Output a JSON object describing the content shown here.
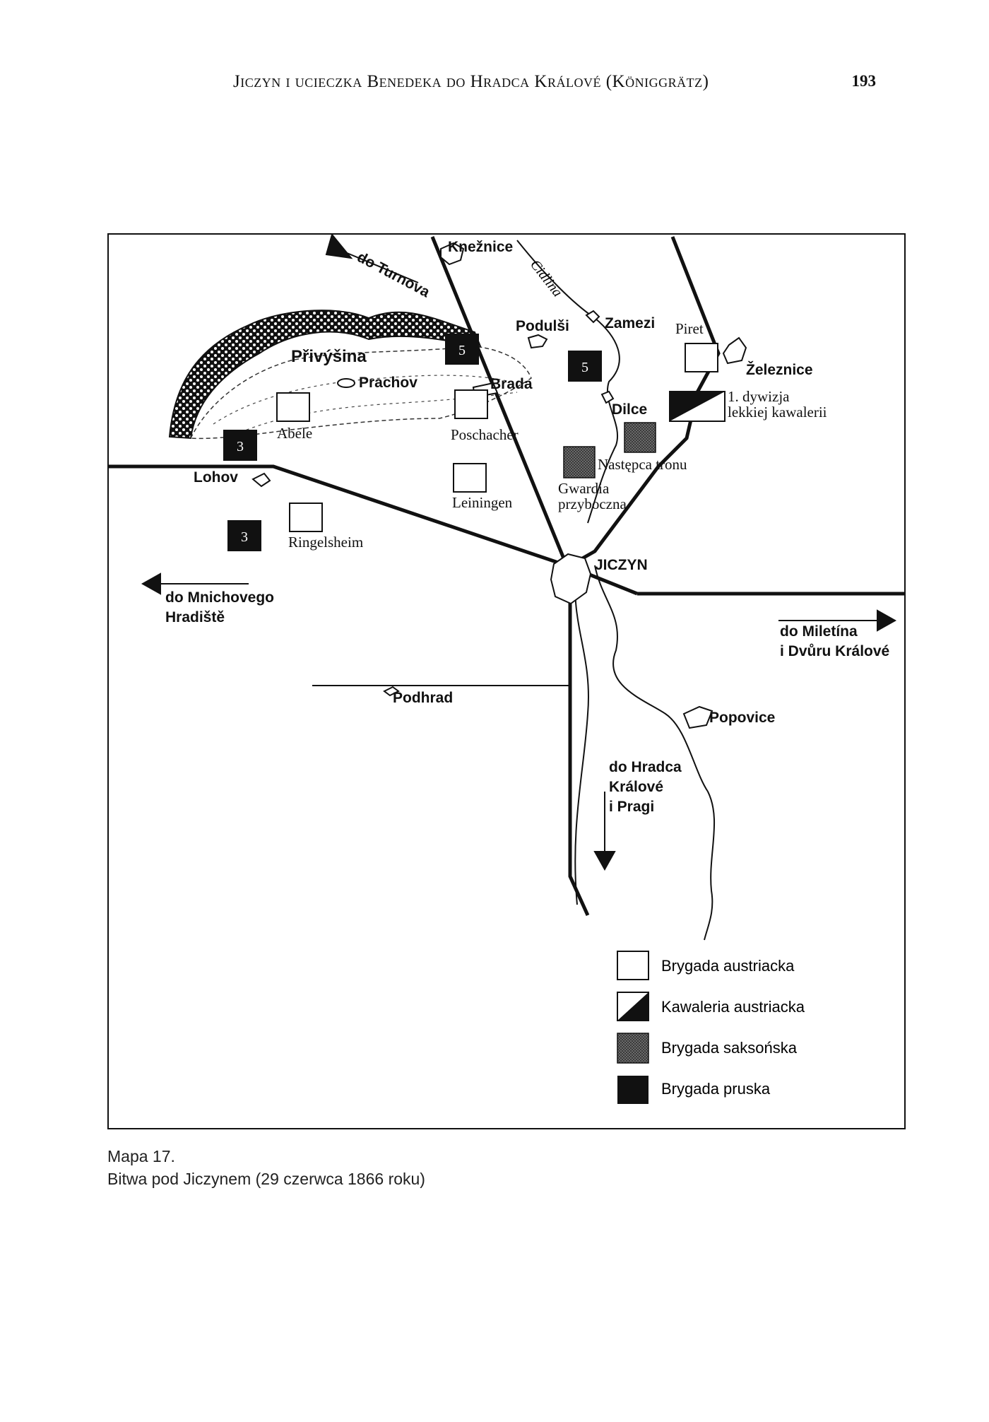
{
  "running_head": {
    "title": "Jiczyn i ucieczka Benedeka do Hradca Králové (Königgrätz)",
    "page_number": "193"
  },
  "map": {
    "towns": {
      "kneznice": "Knežnice",
      "podulsi": "Podulši",
      "zamezi": "Zamezi",
      "zeleznice": "Železnice",
      "dilce": "Dilce",
      "prachov": "Prachov",
      "brada": "Brada",
      "lohov": "Lohov",
      "jiczyn": "JICZYN",
      "podhrad": "Podhrad",
      "popovice": "Popovice"
    },
    "terrain": {
      "privysina": "Přivýšina"
    },
    "rivers": {
      "cidlina": "Cidlina"
    },
    "directions": {
      "turnov": "do Turnova",
      "mnichovo_1": "do Mnichovego",
      "mnichovo_2": "Hradiště",
      "miletin_1": "do Miletína",
      "miletin_2": "i Dvůru Králové",
      "hradec_1": "do Hradca",
      "hradec_2": "Králové",
      "hradec_3": "i Pragi"
    },
    "units": {
      "piret": "Piret",
      "abele": "Abele",
      "poschacher": "Poschacher",
      "leiningen": "Leiningen",
      "ringelsheim": "Ringelsheim",
      "cavalry_1": "1. dywizja",
      "cavalry_2": "lekkiej kawalerii",
      "nastepca": "Następca tronu",
      "gwardia_1": "Gwardia",
      "gwardia_2": "przyboczna",
      "prussian_5a": "5",
      "prussian_5b": "5",
      "prussian_3a": "3",
      "prussian_3b": "3"
    },
    "legend": [
      {
        "label": "Brygada austriacka",
        "symbol": "austrian-brigade"
      },
      {
        "label": "Kawaleria austriacka",
        "symbol": "austrian-cavalry"
      },
      {
        "label": "Brygada saksońska",
        "symbol": "saxon-brigade"
      },
      {
        "label": "Brygada pruska",
        "symbol": "prussian-brigade"
      }
    ],
    "colors": {
      "austrian": "#ffffff",
      "saxon": "#555555",
      "prussian": "#111111"
    }
  },
  "caption": {
    "line1": "Mapa 17.",
    "line2": "Bitwa pod Jiczynem (29 czerwca 1866 roku)"
  }
}
